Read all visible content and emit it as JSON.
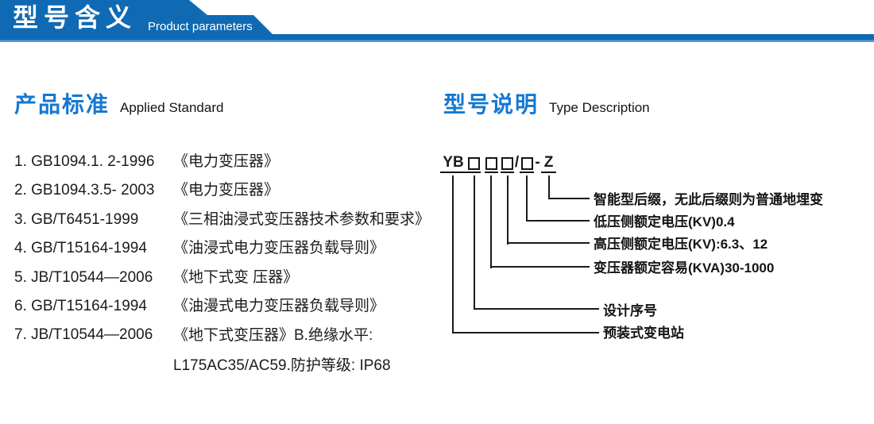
{
  "header": {
    "title": "型号含义",
    "subtitle": "Product parameters"
  },
  "colors": {
    "header_blue": "#0f6ab3",
    "header_light_line": "#5b9bd5",
    "accent_blue": "#1478d2",
    "text": "#1b1b1b"
  },
  "applied_standard": {
    "heading_cn": "产品标准",
    "heading_en": "Applied Standard",
    "items": [
      {
        "code": "1. GB1094.1. 2-1996",
        "title": "《电力变压器》"
      },
      {
        "code": "2. GB1094.3.5- 2003",
        "title": "《电力变压器》"
      },
      {
        "code": "3. GB/T6451-1999",
        "title": "《三相油浸式变压器技术参数和要求》"
      },
      {
        "code": "4. GB/T15164-1994",
        "title": "《油浸式电力变压器负载导则》"
      },
      {
        "code": "5. JB/T10544—2006",
        "title": "《地下式变 压器》"
      },
      {
        "code": "6. GB/T15164-1994",
        "title": "《油漫式电力变压器负载导则》"
      },
      {
        "code": "7. JB/T10544—2006",
        "title": "《地下式变压器》B.绝缘水平:",
        "title_line2": "L175AC35/AC59.防护等级: IP68"
      }
    ]
  },
  "type_description": {
    "heading_cn": "型号说明",
    "heading_en": "Type Description",
    "model_code": {
      "prefix": "YB",
      "slash": "/",
      "dash": "-",
      "suffix": "Z"
    },
    "callouts": [
      {
        "text": "智能型后缀，无此后缀则为普通地埋变"
      },
      {
        "text": "低压侧额定电压(KV)0.4"
      },
      {
        "text": "高压侧额定电压(KV):6.3、12"
      },
      {
        "text": "变压器额定容易(KVA)30-1000"
      },
      {
        "text": "设计序号"
      },
      {
        "text": "预装式变电站"
      }
    ]
  }
}
